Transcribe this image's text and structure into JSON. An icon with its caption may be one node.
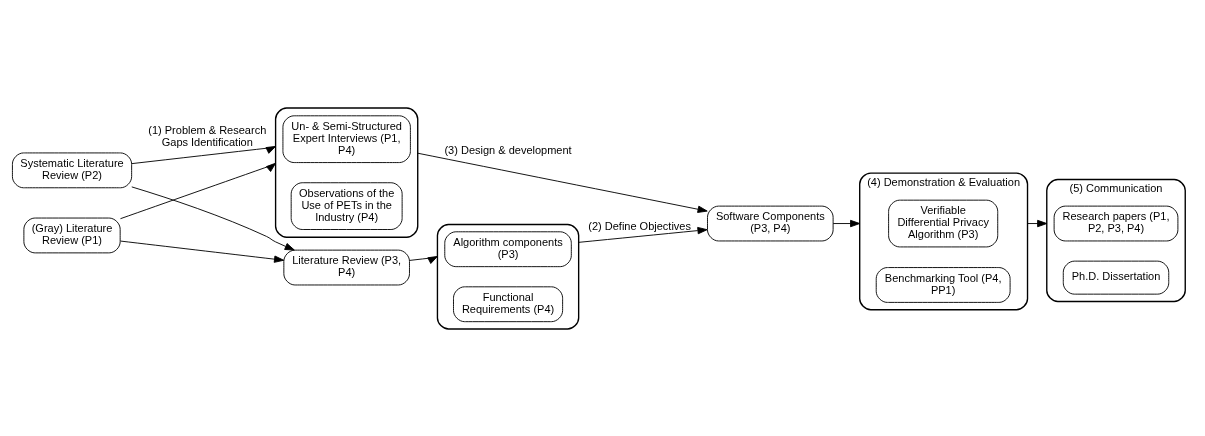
{
  "diagram": {
    "nodes": [
      {
        "text": [
          "Systematic Literature Review (P2)"
        ]
      },
      {
        "text": [
          "(Gray) Literature Review (P1)"
        ]
      },
      {
        "text": [
          "Literature Review (P3, P4)"
        ]
      },
      {
        "text": [],
        "shape": "box"
      },
      {
        "text": [
          "Un- & Semi-Structured Expert Interviews (P1, P4)"
        ],
        "in": 3
      },
      {
        "text": [
          "Observations of the Use of PETs in the Industry (P4)"
        ],
        "in": 3
      },
      {
        "text": [
          "Software Components (P3, P4)"
        ]
      },
      {
        "text": [],
        "shape": "box"
      },
      {
        "text": [
          "Algorithm components (P3)"
        ],
        "in": 7
      },
      {
        "text": [
          "Functional Requirements (P4)"
        ],
        "in": 7
      },
      {
        "text": [
          "(4) Demonstration & Evaluation"
        ]
      },
      {
        "text": [
          "Verifiable Differential Privacy Algorithm (P3)"
        ],
        "in": 10
      },
      {
        "text": [
          "Benchmarking Tool (P4, PP1)"
        ],
        "in": 10
      },
      {
        "text": [
          "(5) Communication"
        ]
      },
      {
        "text": [
          "Research papers (P1, P2, P3, P4)"
        ],
        "in": 13
      },
      {
        "text": [
          "Ph.D. Dissertation"
        ],
        "in": 13
      }
    ],
    "edges": [
      {
        "from": 0,
        "to": 3,
        "arrow": "to",
        "label": "(1) Problem & Research Gaps Identification"
      },
      {
        "from": 1,
        "to": 3,
        "arrow": "to"
      },
      {
        "from": 0,
        "to": 2,
        "arrow": "to"
      },
      {
        "from": 1,
        "to": 2,
        "arrow": "to"
      },
      {
        "from": 2,
        "to": 7,
        "arrow": "to"
      },
      {
        "from": 3,
        "to": 6,
        "arrow": "to",
        "label": "(3) Design & development"
      },
      {
        "from": 7,
        "to": 6,
        "arrow": "to",
        "label": "(2) Define Objectives"
      },
      {
        "from": 6,
        "to": 10,
        "arrow": "to"
      },
      {
        "from": 10,
        "to": 13,
        "arrow": "to"
      }
    ]
  }
}
